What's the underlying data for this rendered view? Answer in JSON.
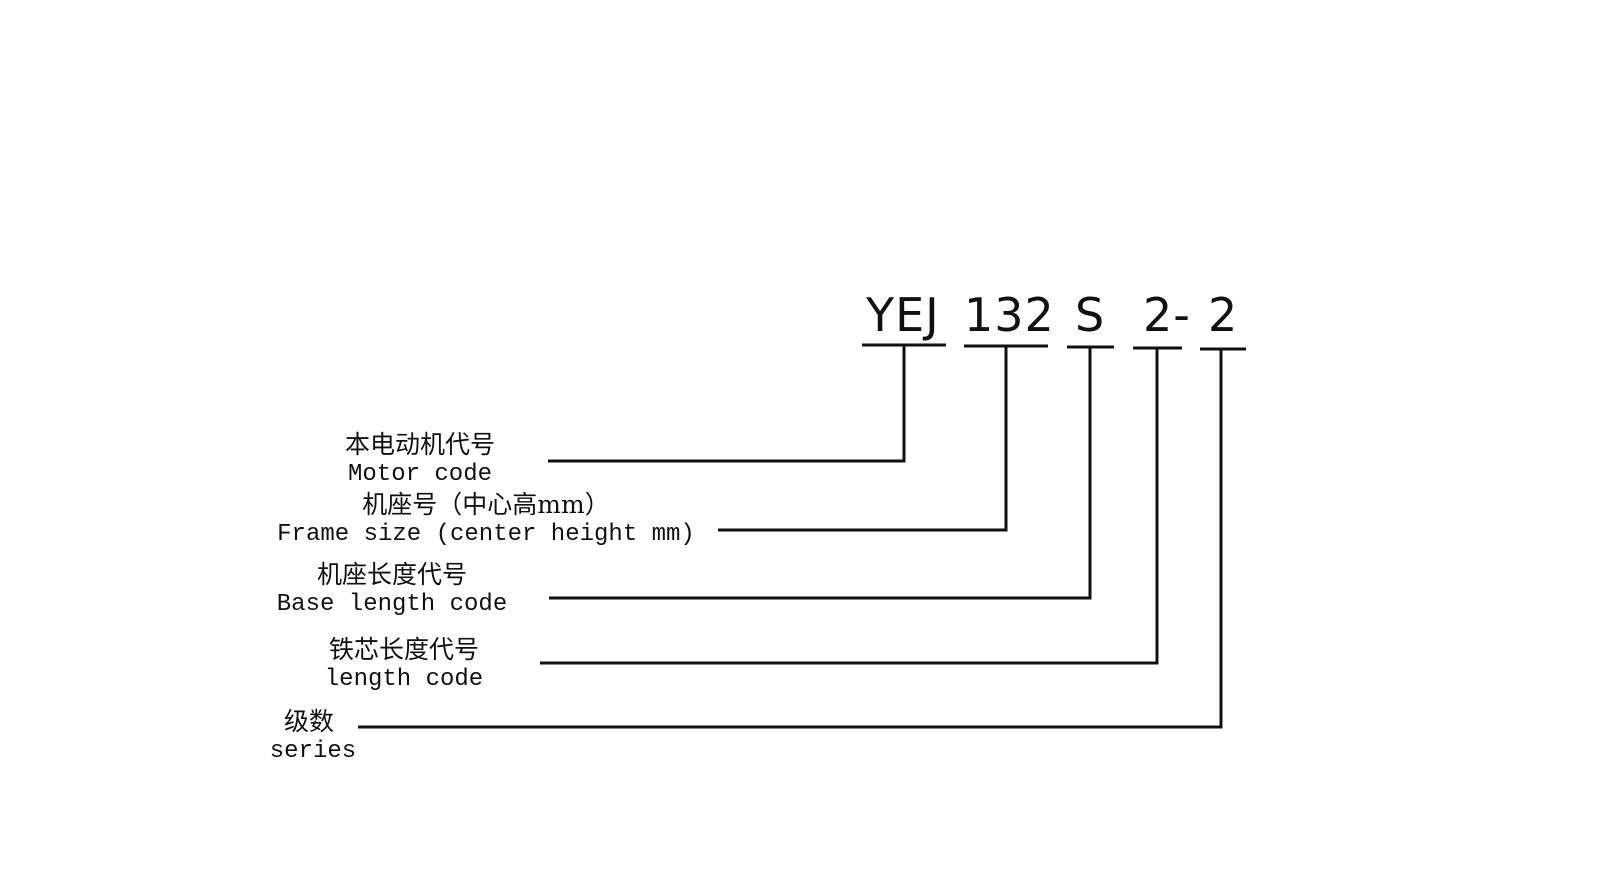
{
  "diagram": {
    "model_code_parts": [
      {
        "text": "YEJ"
      },
      {
        "text": "132"
      },
      {
        "text": "S"
      },
      {
        "text": "2-"
      },
      {
        "text": "2"
      }
    ],
    "labels": [
      {
        "zh": "本电动机代号",
        "en": "Motor code"
      },
      {
        "zh": "机座号（中心高mm）",
        "en": "Frame size (center height mm)"
      },
      {
        "zh": "机座长度代号",
        "en": "Base length code"
      },
      {
        "zh": "铁芯长度代号",
        "en": "length code"
      },
      {
        "zh": "级数",
        "en": "series"
      }
    ],
    "line_color": "#111111"
  }
}
